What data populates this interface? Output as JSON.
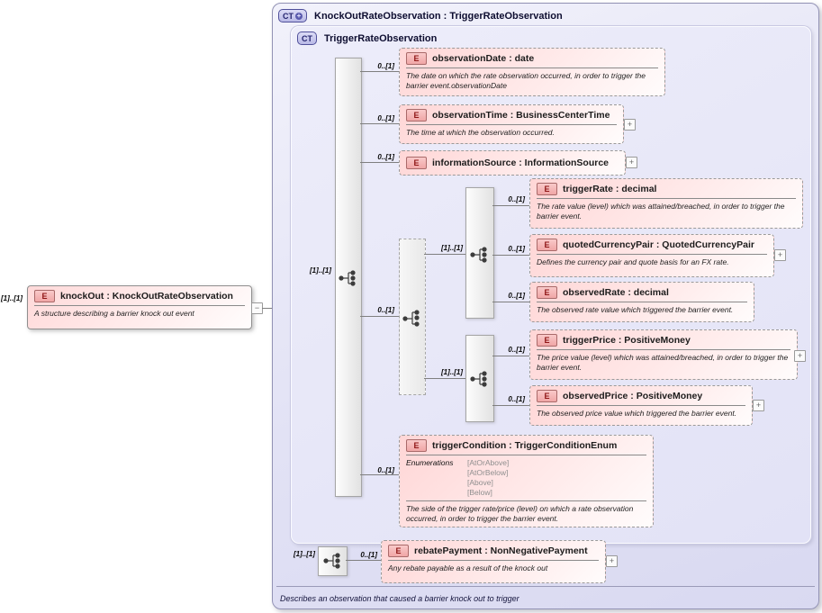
{
  "icons": {
    "expand": "+",
    "collapse": "−",
    "ct_plus": "+"
  },
  "header": {
    "badge": "CT",
    "title": "KnockOutRateObservation : TriggerRateObservation"
  },
  "inner": {
    "badge": "CT",
    "title": "TriggerRateObservation"
  },
  "footer": "Describes an observation that caused a barrier knock out to trigger",
  "knockout": {
    "badge": "E",
    "cardinality": "[1]..[1]",
    "title": "knockOut : KnockOutRateObservation",
    "desc": "A structure describing a barrier knock out event"
  },
  "groups": {
    "main_cardinality": "[1]..[1]",
    "optional_group_cardinality": "0..[1]",
    "rate_group_cardinality": "[1]..[1]",
    "price_group_cardinality": "[1]..[1]",
    "rebate_group_cardinality": "[1]..[1]"
  },
  "elements": {
    "observationDate": {
      "badge": "E",
      "cardinality": "0..[1]",
      "title": "observationDate : date",
      "desc": "The date on which the rate observation occurred, in order to trigger the barrier event.observationDate"
    },
    "observationTime": {
      "badge": "E",
      "cardinality": "0..[1]",
      "title": "observationTime : BusinessCenterTime",
      "desc": "The time at which the observation occurred."
    },
    "informationSource": {
      "badge": "E",
      "cardinality": "0..[1]",
      "title": "informationSource : InformationSource"
    },
    "triggerRate": {
      "badge": "E",
      "cardinality": "0..[1]",
      "title": "triggerRate : decimal",
      "desc": "The rate value (level) which was attained/breached, in order to trigger the barrier event."
    },
    "quotedCurrencyPair": {
      "badge": "E",
      "cardinality": "0..[1]",
      "title": "quotedCurrencyPair : QuotedCurrencyPair",
      "desc": "Defines the currency pair and quote basis for an FX rate."
    },
    "observedRate": {
      "badge": "E",
      "cardinality": "0..[1]",
      "title": "observedRate : decimal",
      "desc": "The observed rate value which triggered the barrier event."
    },
    "triggerPrice": {
      "badge": "E",
      "cardinality": "0..[1]",
      "title": "triggerPrice : PositiveMoney",
      "desc": "The price value (level) which was attained/breached, in order to trigger the barrier event."
    },
    "observedPrice": {
      "badge": "E",
      "cardinality": "0..[1]",
      "title": "observedPrice : PositiveMoney",
      "desc": "The observed price value which triggered the barrier event."
    },
    "triggerCondition": {
      "badge": "E",
      "cardinality": "0..[1]",
      "title": "triggerCondition : TriggerConditionEnum",
      "enum_label": "Enumerations",
      "enums": [
        "[AtOrAbove]",
        "[AtOrBelow]",
        "[Above]",
        "[Below]"
      ],
      "desc": "The side of the trigger rate/price (level) on which a rate observation occurred, in order to trigger the barrier event."
    },
    "rebatePayment": {
      "badge": "E",
      "cardinality": "0..[1]",
      "title": "rebatePayment : NonNegativePayment",
      "desc": "Any rebate payable as a result of the knock out"
    }
  }
}
